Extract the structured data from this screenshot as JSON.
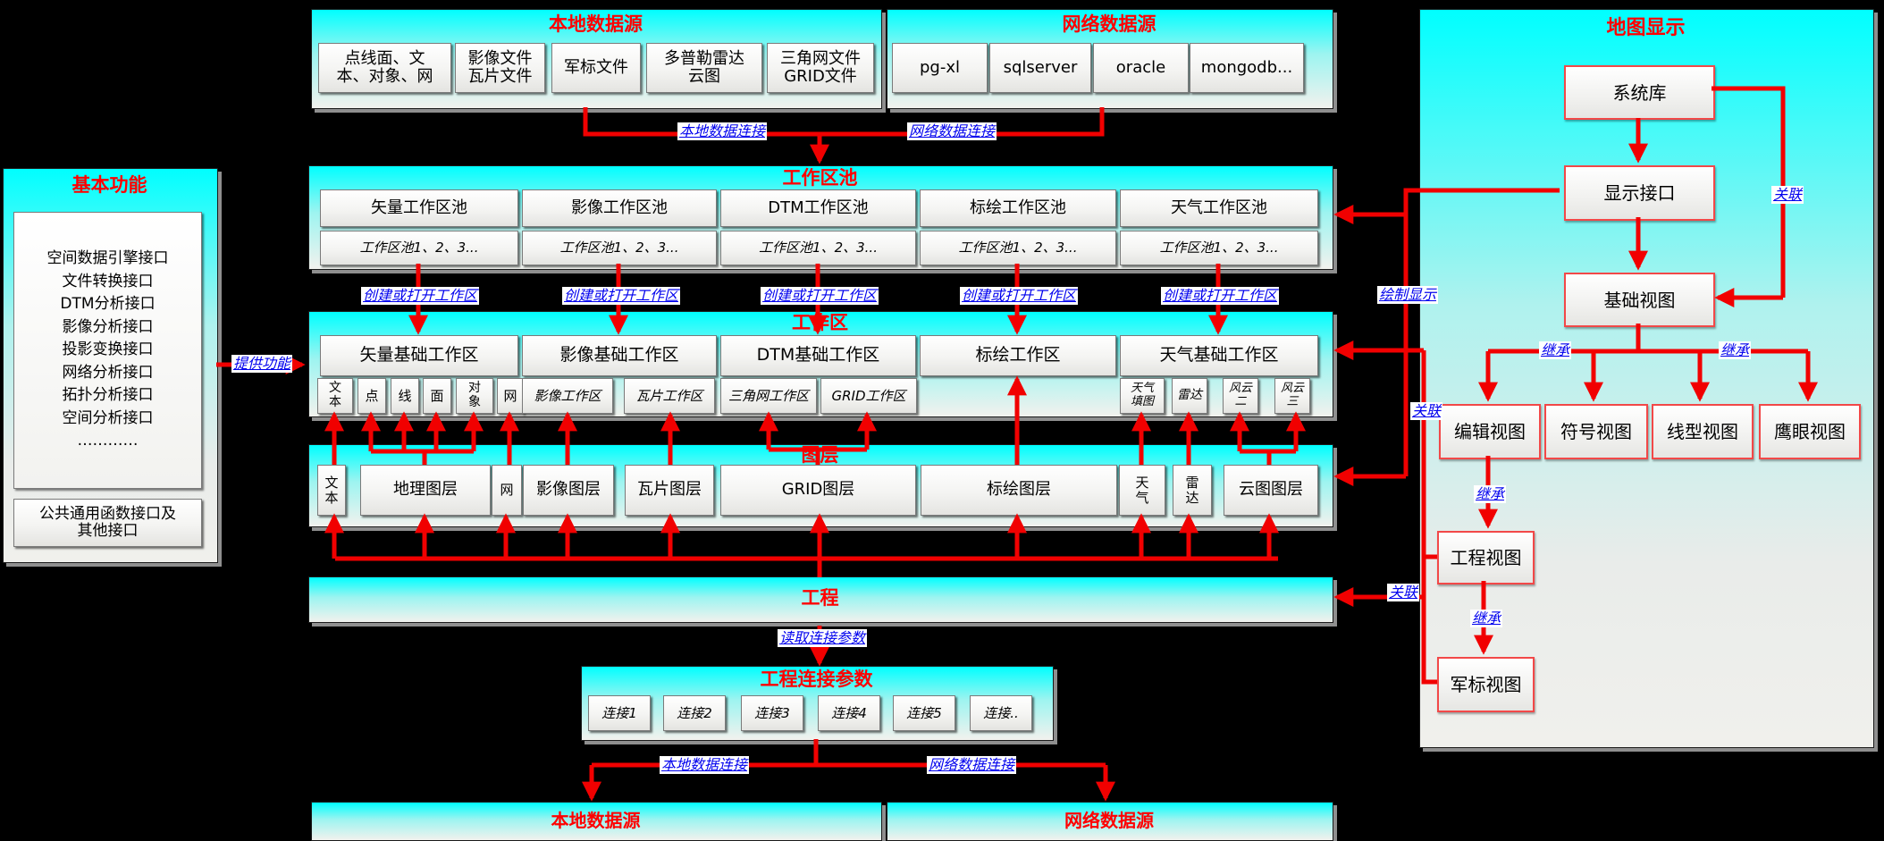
{
  "diagram": {
    "background": "#000000",
    "arrow_color": "#f10000",
    "label_color": "#0000ee",
    "title_color": "#ff0000",
    "panel_top_color": "#00ffff"
  },
  "basic_functions": {
    "title": "基本功能",
    "interfaces": [
      "空间数据引擎接口",
      "文件转换接口",
      "DTM分析接口",
      "影像分析接口",
      "投影变换接口",
      "网络分析接口",
      "拓扑分析接口",
      "空间分析接口",
      "…………"
    ],
    "footer": "公共通用函数接口及\n其他接口"
  },
  "local_source": {
    "title": "本地数据源",
    "items": [
      "点线面、文\n本、对象、网",
      "影像文件\n瓦片文件",
      "军标文件",
      "多普勒雷达\n云图",
      "三角网文件\nGRID文件"
    ]
  },
  "network_source": {
    "title": "网络数据源",
    "items": [
      "pg-xl",
      "sqlserver",
      "oracle",
      "mongodb..."
    ]
  },
  "workspace_pool": {
    "title": "工作区池",
    "pools": [
      "矢量工作区池",
      "影像工作区池",
      "DTM工作区池",
      "标绘工作区池",
      "天气工作区池"
    ],
    "instances": "工作区池1、2、3..."
  },
  "workspace": {
    "title": "工作区",
    "bases": [
      "矢量基础工作区",
      "影像基础工作区",
      "DTM基础工作区",
      "标绘工作区",
      "天气基础工作区"
    ],
    "vector_items": [
      "文\n本",
      "点",
      "线",
      "面",
      "对\n象",
      "网"
    ],
    "image_items": [
      "影像工作区",
      "瓦片工作区"
    ],
    "dtm_items": [
      "三角网工作区",
      "GRID工作区"
    ],
    "weather_items": [
      "天气\n填图",
      "雷达",
      "风云\n二",
      "风云\n三"
    ]
  },
  "layers": {
    "title": "图层",
    "items": [
      "文\n本",
      "地理图层",
      "网",
      "影像图层",
      "瓦片图层",
      "GRID图层",
      "标绘图层",
      "天\n气",
      "雷\n达",
      "云图图层"
    ]
  },
  "project": {
    "title": "工程"
  },
  "project_params": {
    "title": "工程连接参数",
    "items": [
      "连接1",
      "连接2",
      "连接3",
      "连接4",
      "连接5",
      "连接.."
    ]
  },
  "bottom_sources": {
    "local": "本地数据源",
    "network": "网络数据源"
  },
  "map_display": {
    "title": "地图显示",
    "system_lib": "系统库",
    "display_interface": "显示接口",
    "base_view": "基础视图",
    "edit_view": "编辑视图",
    "symbol_view": "符号视图",
    "line_view": "线型视图",
    "eagle_view": "鹰眼视图",
    "project_view": "工程视图",
    "military_view": "军标视图"
  },
  "edge_labels": {
    "local_conn": "本地数据连接",
    "network_conn": "网络数据连接",
    "create_open": "创建或打开工作区",
    "provide": "提供功能",
    "read_params": "读取连接参数",
    "draw_display": "绘制显示",
    "assoc": "关联",
    "inherit": "继承"
  }
}
